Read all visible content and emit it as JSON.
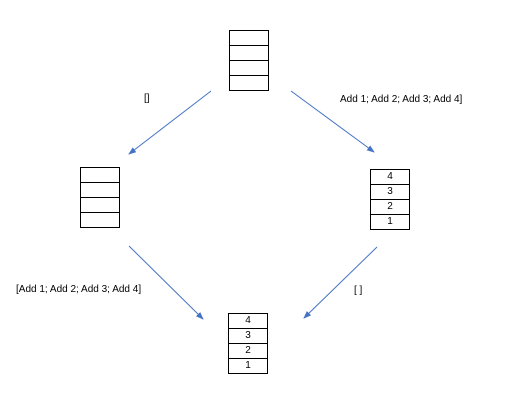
{
  "diagram": {
    "labels": {
      "top_left": "[]",
      "top_right": "Add 1; Add 2; Add 3; Add 4]",
      "bottom_left": "[Add 1; Add 2; Add 3; Add 4]",
      "bottom_right": "[ ]"
    },
    "stacks": {
      "top": [
        "",
        "",
        "",
        ""
      ],
      "left": [
        "",
        "",
        "",
        ""
      ],
      "right": [
        "4",
        "3",
        "2",
        "1"
      ],
      "bottom": [
        "4",
        "3",
        "2",
        "1"
      ]
    },
    "arrow_color": "#4472c4"
  }
}
